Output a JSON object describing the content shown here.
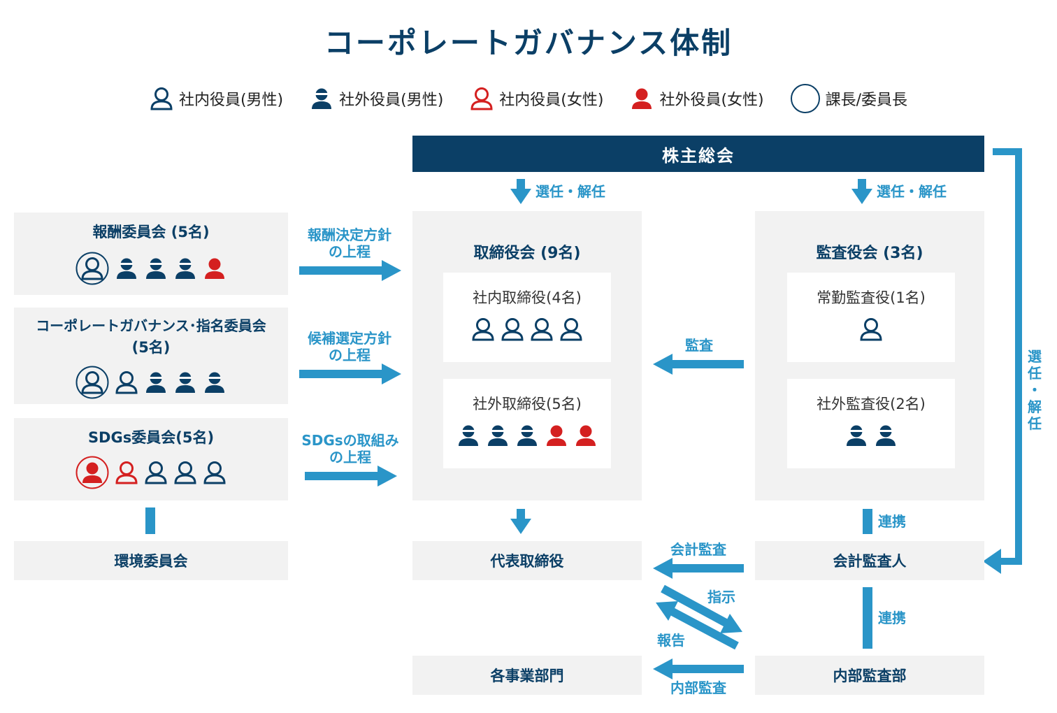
{
  "title": "コーポレートガバナンス体制",
  "colors": {
    "navy": "#0b3f66",
    "red": "#d42020",
    "accent": "#2a95c8",
    "box": "#f2f2f2"
  },
  "legend": [
    {
      "label": "社内役員(男性)",
      "icon": "person-outline-navy-icon"
    },
    {
      "label": "社外役員(男性)",
      "icon": "person-solid-navy-icon"
    },
    {
      "label": "社内役員(女性)",
      "icon": "person-outline-red-icon"
    },
    {
      "label": "社外役員(女性)",
      "icon": "person-solid-red-icon"
    },
    {
      "label": "課長/委員長",
      "icon": "circle-icon"
    }
  ],
  "shareholders": "株主総会",
  "elect_dismiss": "選任・解任",
  "elect_dismiss_vertical": [
    "選",
    "任",
    "・",
    "解",
    "任"
  ],
  "committees": {
    "remuneration": {
      "title": "報酬委員会 (5名)"
    },
    "governance": {
      "title_line1": "コーポレートガバナンス･指名委員会",
      "title_line2": "(5名)"
    },
    "sdgs": {
      "title": "SDGs委員会(5名)"
    },
    "environment": {
      "title": "環境委員会"
    }
  },
  "arrow_labels": {
    "remuneration": [
      "報酬決定方針",
      "の上程"
    ],
    "candidates": [
      "候補選定方針",
      "の上程"
    ],
    "sdgs": [
      "SDGsの取組み",
      "の上程"
    ],
    "audit": "監査",
    "cooperation": "連携",
    "accounting_audit": "会計監査",
    "instruction": "指示",
    "report": "報告",
    "internal_audit": "内部監査"
  },
  "board": {
    "title": "取締役会 (9名)",
    "internal": "社内取締役(4名)",
    "external": "社外取締役(5名)"
  },
  "audit_board": {
    "title": "監査役会 (3名)",
    "fulltime": "常勤監査役(1名)",
    "external": "社外監査役(2名)"
  },
  "representative": "代表取締役",
  "accounting_auditor": "会計監査人",
  "business_units": "各事業部門",
  "internal_audit_dept": "内部監査部"
}
